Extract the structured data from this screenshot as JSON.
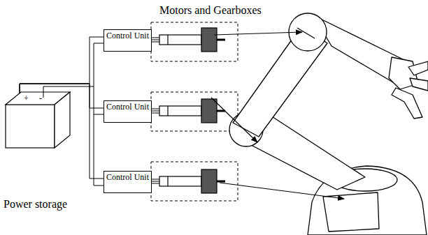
{
  "diagram": {
    "nodes": [
      {
        "text": [
          "+",
          "-"
        ]
      },
      {
        "text": [
          "Control Unit"
        ]
      },
      {
        "text": [
          "Control Unit"
        ]
      },
      {
        "text": [
          "Control Unit"
        ]
      }
    ],
    "edges": [
      {
        "from": 0,
        "to": 1,
        "arrow": "none"
      },
      {
        "from": 0,
        "to": 2,
        "arrow": "none"
      },
      {
        "from": 0,
        "to": 3,
        "arrow": "none"
      }
    ],
    "labels": [
      "Motors and Gearboxes",
      "Power storage"
    ]
  }
}
